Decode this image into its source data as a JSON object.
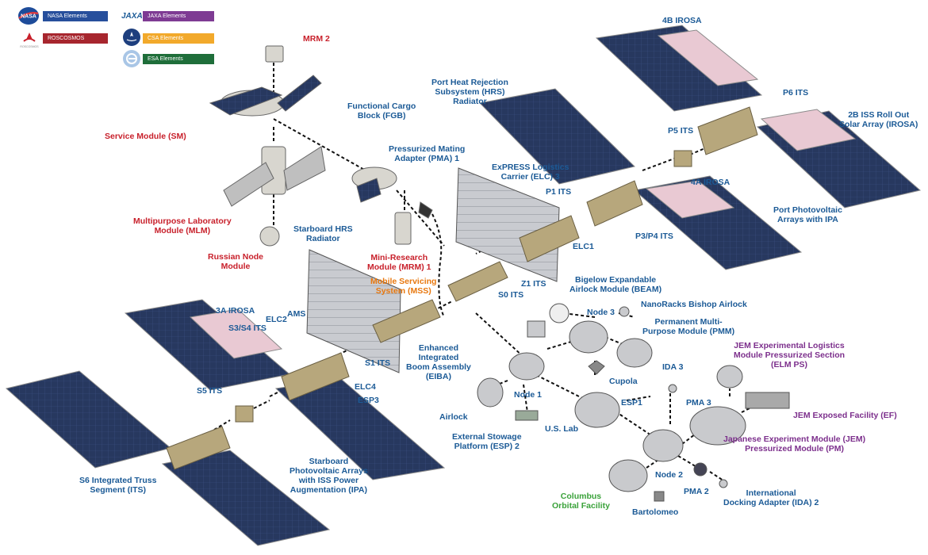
{
  "colors": {
    "nasa": "#1b5a96",
    "roscosmos": "#c8202b",
    "jaxa": "#7c2f8c",
    "csa": "#e8780f",
    "esa": "#3aa23a",
    "legend_nasa": "#274f9c",
    "legend_roscosmos": "#a7262e",
    "legend_jaxa": "#7e3b93",
    "legend_csa": "#f2a92b",
    "legend_esa": "#1f6e3a",
    "solar_panel": "#27385f",
    "irosa": "#e9c9d3",
    "truss": "#b7a77c"
  },
  "legend": {
    "nasa": "NASA Elements",
    "roscosmos": "ROSCOSMOS Elements",
    "roscosmos_logo_text": "ROSCOSMOS",
    "jaxa": "JAXA Elements",
    "jaxa_logo_text": "JAXA",
    "csa": "CSA Elements",
    "esa": "ESA Elements"
  },
  "labels": {
    "mrm2": "MRM 2",
    "service_module": "Service Module (SM)",
    "mlm": "Multipurpose Laboratory\nModule (MLM)",
    "russian_node": "Russian Node\nModule",
    "fgb": "Functional Cargo\nBlock (FGB)",
    "pma1": "Pressurized Mating\nAdapter (PMA) 1",
    "mrm1": "Mini-Research\nModule (MRM) 1",
    "mss": "Mobile Servicing\nSystem (MSS)",
    "port_hrs": "Port Heat Rejection\nSubsystem (HRS)\nRadiator",
    "elc3": "ExPRESS Logistics\nCarrier (ELC) 3",
    "p1": "P1 ITS",
    "elc1": "ELC1",
    "p3p4": "P3/P4 ITS",
    "p5": "P5 ITS",
    "p6": "P6 ITS",
    "irosa_4b": "4B IROSA",
    "irosa_4a": "4A IROSA",
    "irosa_2b": "2B ISS Roll Out\nSolar Array (IROSA)",
    "port_pv": "Port Photovoltaic\nArrays with IPA",
    "starboard_hrs": "Starboard HRS\nRadiator",
    "z1": "Z1 ITS",
    "s0": "S0 ITS",
    "beam": "Bigelow Expandable\nAirlock Module (BEAM)",
    "node3": "Node 3",
    "nanoracks": "NanoRacks Bishop Airlock",
    "pmm": "Permanent Multi-\nPurpose Module (PMM)",
    "cupola": "Cupola",
    "elm_ps": "JEM Experimental Logistics\nModule Pressurized Section\n(ELM PS)",
    "ida3": "IDA 3",
    "esp1": "ESP1",
    "pma3": "PMA 3",
    "jem_ef": "JEM Exposed Facility (EF)",
    "jem_pm": "Japanese Experiment Module (JEM)\nPressurized Module (PM)",
    "eiba": "Enhanced\nIntegrated\nBoom Assembly\n(EIBA)",
    "s1": "S1 ITS",
    "node1": "Node 1",
    "airlock": "Airlock",
    "us_lab": "U.S. Lab",
    "esp2": "External Stowage\nPlatform (ESP) 2",
    "irosa_3a": "3A IROSA",
    "s3s4": "S3/S4 ITS",
    "elc2": "ELC2",
    "ams": "AMS",
    "elc4": "ELC4",
    "esp3": "ESP3",
    "s5": "S5 ITS",
    "s6": "S6 Integrated Truss\nSegment (ITS)",
    "starboard_pv": "Starboard\nPhotovoltaic Arrays\nwith ISS Power\nAugmentation (IPA)",
    "columbus": "Columbus\nOrbital Facility",
    "node2": "Node 2",
    "pma2": "PMA 2",
    "ida2": "International\nDocking Adapter (IDA) 2",
    "bartolomeo": "Bartolomeo"
  }
}
